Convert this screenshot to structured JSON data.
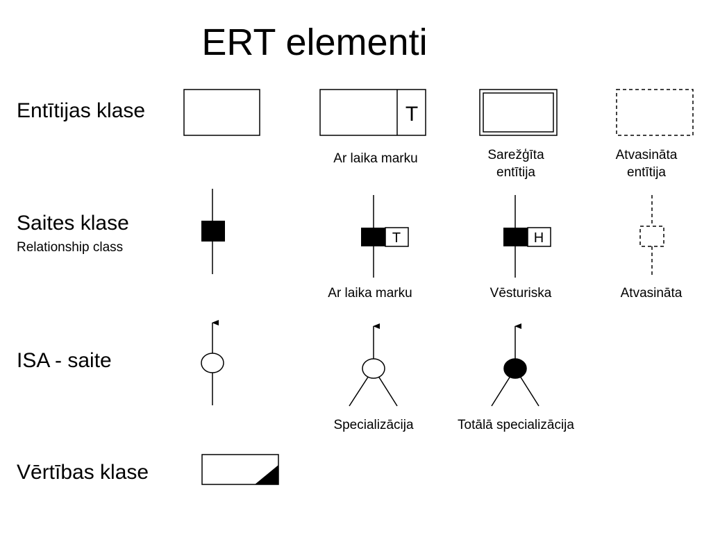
{
  "title": "ERT elementi",
  "rows": {
    "entity": {
      "label": "Entītijas klase",
      "temporal_marker": "T",
      "captions": [
        "Ar laika marku",
        "Sarežģīta entītija",
        "Atvasināta entītija"
      ]
    },
    "relationship": {
      "label": "Saites klase",
      "sublabel": "Relationship class",
      "temporal_marker": "T",
      "historical_marker": "H",
      "captions": [
        "Ar laika marku",
        "Vēsturiska",
        "Atvasināta"
      ]
    },
    "isa": {
      "label": "ISA - saite",
      "captions": [
        "Specializācija",
        "Totālā specializācija"
      ]
    },
    "value": {
      "label": "Vērtības klase"
    }
  }
}
